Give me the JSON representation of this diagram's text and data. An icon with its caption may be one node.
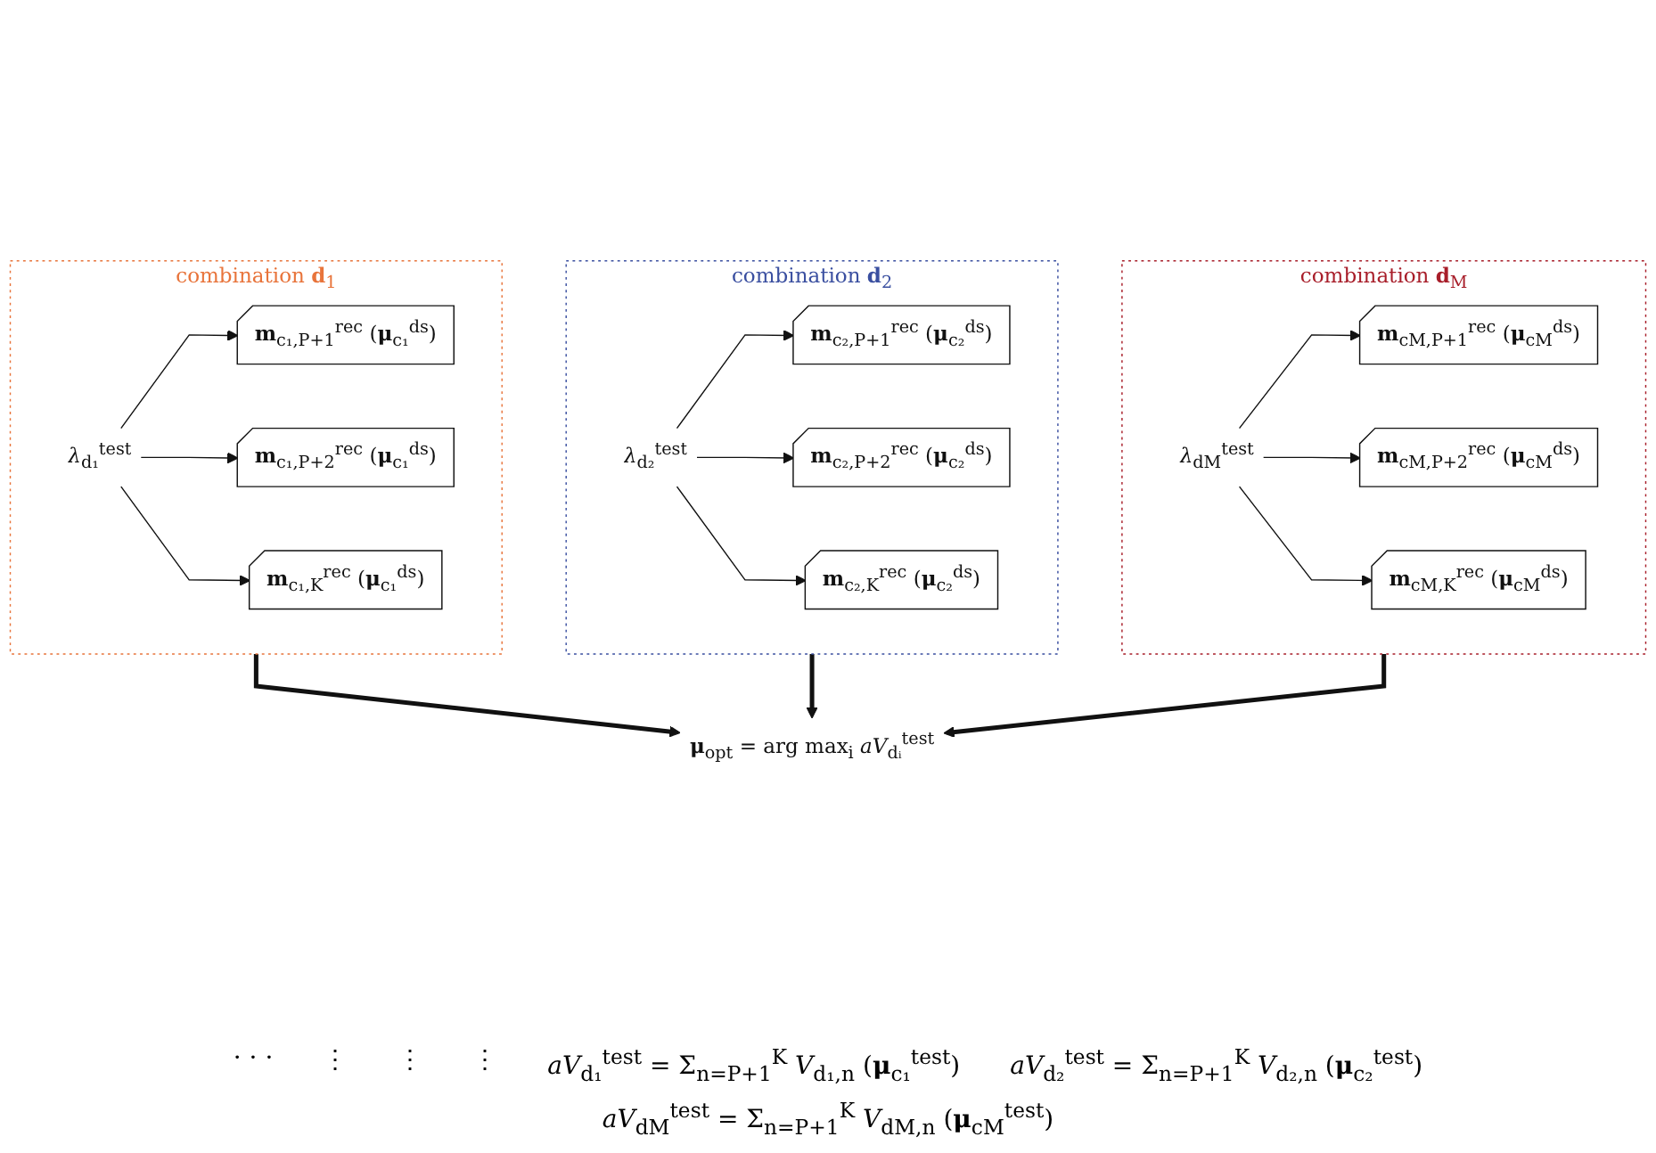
{
  "diagram": {
    "nodes": [
      {
        "text": [
          "combination **d**$_{1}$"
        ]
      },
      {
        "text": [
          "*λ*$_{d₁}$$^{test}$"
        ],
        "in": 0
      },
      {
        "text": [
          "**m**$_{c₁,P+1}$$^{rec}$ (**μ**$_{c₁}$$^{ds}$)"
        ],
        "in": 0
      },
      {
        "text": [
          "**m**$_{c₁,P+2}$$^{rec}$ (**μ**$_{c₁}$$^{ds}$)"
        ],
        "in": 0
      },
      {
        "text": [
          "**m**$_{c₁,K}$$^{rec}$ (**μ**$_{c₁}$$^{ds}$)"
        ],
        "in": 0
      },
      {
        "text": [
          "combination **d**$_{2}$"
        ]
      },
      {
        "text": [
          "*λ*$_{d₂}$$^{test}$"
        ],
        "in": 5
      },
      {
        "text": [
          "**m**$_{c₂,P+1}$$^{rec}$ (**μ**$_{c₂}$$^{ds}$)"
        ],
        "in": 5
      },
      {
        "text": [
          "**m**$_{c₂,P+2}$$^{rec}$ (**μ**$_{c₂}$$^{ds}$)"
        ],
        "in": 5
      },
      {
        "text": [
          "**m**$_{c₂,K}$$^{rec}$ (**μ**$_{c₂}$$^{ds}$)"
        ],
        "in": 5
      },
      {
        "text": [
          "combination **d**$_{M}$"
        ]
      },
      {
        "text": [
          "*λ*$_{dM}$$^{test}$"
        ],
        "in": 10
      },
      {
        "text": [
          "**m**$_{cM,P+1}$$^{rec}$ (**μ**$_{cM}$$^{ds}$)"
        ],
        "in": 10
      },
      {
        "text": [
          "**m**$_{cM,P+2}$$^{rec}$ (**μ**$_{cM}$$^{ds}$)"
        ],
        "in": 10
      },
      {
        "text": [
          "**m**$_{cM,K}$$^{rec}$ (**μ**$_{cM}$$^{ds}$)"
        ],
        "in": 10
      },
      {
        "text": [
          "**μ**$_{opt}$ = arg max$_{i}$ *aV*$_{dᵢ}$$^{test}$"
        ]
      }
    ],
    "edges": [
      {
        "from": 1,
        "to": 2,
        "arrow": "to"
      },
      {
        "from": 1,
        "to": 3,
        "arrow": "to"
      },
      {
        "from": 1,
        "to": 4,
        "arrow": "to"
      },
      {
        "from": 6,
        "to": 7,
        "arrow": "to"
      },
      {
        "from": 6,
        "to": 8,
        "arrow": "to"
      },
      {
        "from": 6,
        "to": 9,
        "arrow": "to"
      },
      {
        "from": 11,
        "to": 12,
        "arrow": "to"
      },
      {
        "from": 11,
        "to": 13,
        "arrow": "to"
      },
      {
        "from": 11,
        "to": 14,
        "arrow": "to"
      },
      {
        "from": 0,
        "to": 15,
        "arrow": "to",
        "style": "thick"
      },
      {
        "from": 5,
        "to": 15,
        "arrow": "to",
        "style": "thick"
      },
      {
        "from": 10,
        "to": 15,
        "arrow": "to",
        "style": "thick"
      }
    ],
    "labels": [
      "· · ·",
      "⋮",
      "⋮",
      "⋮",
      "*aV*$_{d₁}$$^{test}$ = Σ$_{n=P+1}$$^{K}$ *V*$_{d₁,n}$ (**μ**$_{c₁}$$^{test}$)",
      "*aV*$_{d₂}$$^{test}$ = Σ$_{n=P+1}$$^{K}$ *V*$_{d₂,n}$ (**μ**$_{c₂}$$^{test}$)",
      "*aV*$_{dM}$$^{test}$ = Σ$_{n=P+1}$$^{K}$ *V*$_{dM,n}$ (**μ**$_{cM}$$^{test}$)"
    ]
  }
}
